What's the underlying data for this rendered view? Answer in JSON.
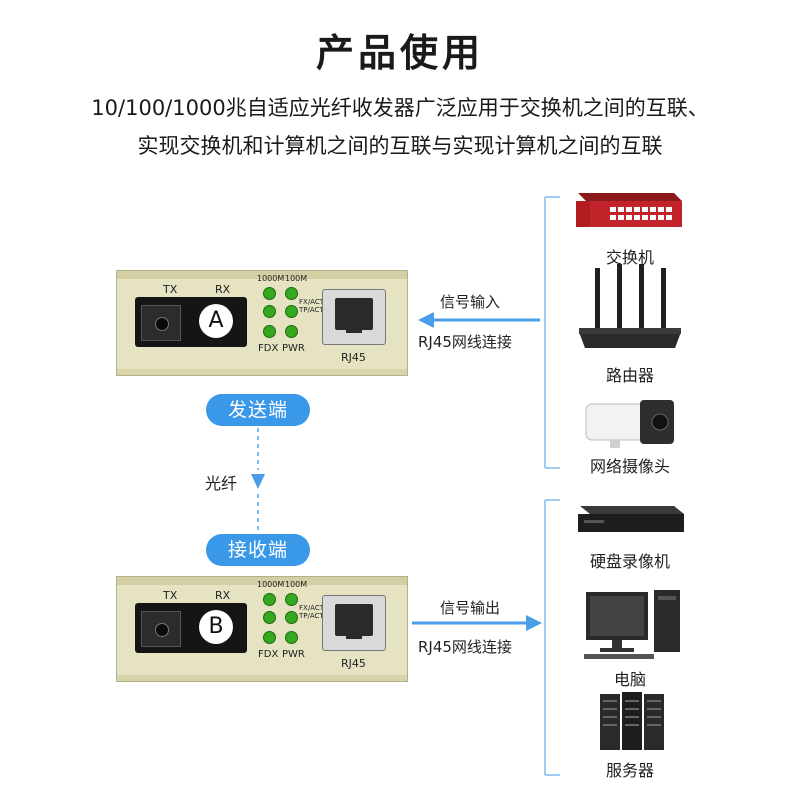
{
  "title": "产品使用",
  "description": [
    "10/100/1000兆自适应光纤收发器广泛应用于交换机之间的互联、",
    "实现交换机和计算机之间的互联与实现计算机之间的互联"
  ],
  "converter_labels": {
    "tx": "TX",
    "rx": "RX",
    "led_1000m": "1000M",
    "led_100m": "100M",
    "led_fx_act": "FX/ACT",
    "led_tp_act": "TP/ACT",
    "led_fdx": "FDX",
    "led_pwr": "PWR",
    "rj45": "RJ45"
  },
  "sender": {
    "letter": "A",
    "label": "发送端",
    "signal_label": "信号输入",
    "cable_label": "RJ45网线连接"
  },
  "fiber_label": "光纤",
  "receiver": {
    "letter": "B",
    "label": "接收端",
    "signal_label": "信号输出",
    "cable_label": "RJ45网线连接"
  },
  "input_devices": [
    "交换机",
    "路由器",
    "网络摄像头"
  ],
  "output_devices": [
    "硬盘录像机",
    "电脑",
    "服务器"
  ],
  "colors": {
    "accent_blue": "#3a98e8",
    "arrow_blue": "#4a9ee8",
    "converter_body": "#e6e3c2",
    "led_green": "#35a81f"
  },
  "icons": [
    "switch-icon",
    "router-icon",
    "camera-icon",
    "dvr-icon",
    "computer-icon",
    "server-icon"
  ]
}
